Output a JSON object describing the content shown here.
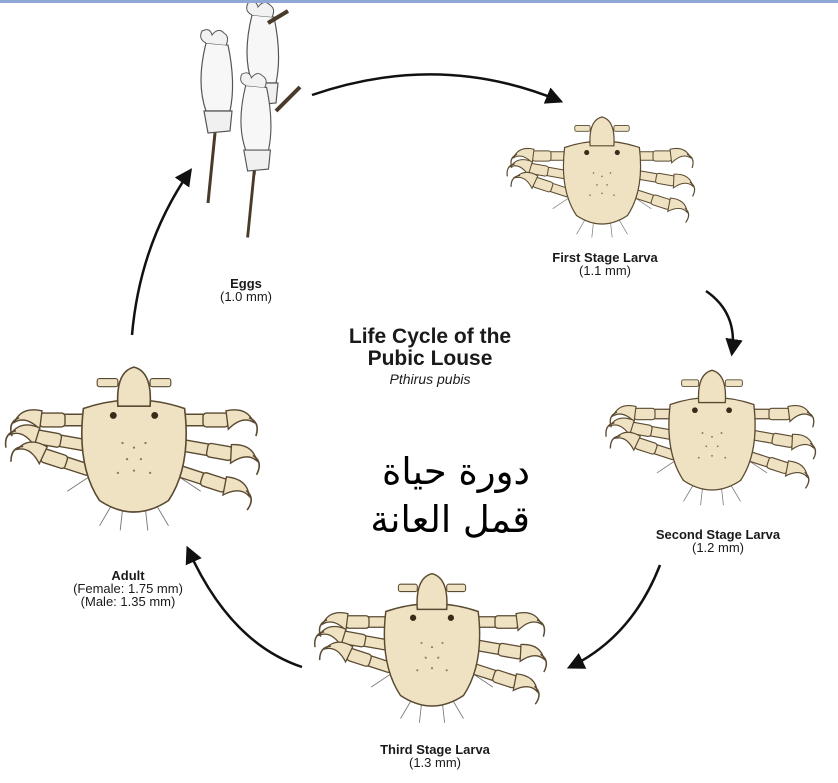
{
  "title": {
    "line1": "Life Cycle of the",
    "line2": "Pubic Louse",
    "species": "Pthirus pubis"
  },
  "arabic_caption": {
    "line1": "دورة حياة",
    "line2": "قمل العانة"
  },
  "stages": {
    "eggs": {
      "name": "Eggs",
      "size": "(1.0 mm)"
    },
    "first": {
      "name": "First Stage Larva",
      "size": "(1.1 mm)"
    },
    "second": {
      "name": "Second Stage Larva",
      "size": "(1.2 mm)"
    },
    "third": {
      "name": "Third Stage Larva",
      "size": "(1.3 mm)"
    },
    "adult": {
      "name": "Adult",
      "female": "(Female: 1.75 mm)",
      "male": "(Male: 1.35 mm)"
    }
  },
  "colors": {
    "body": "#efe2c2",
    "outline": "#5a4a32",
    "arrow": "#111111",
    "frame": "#8fa8d8"
  }
}
